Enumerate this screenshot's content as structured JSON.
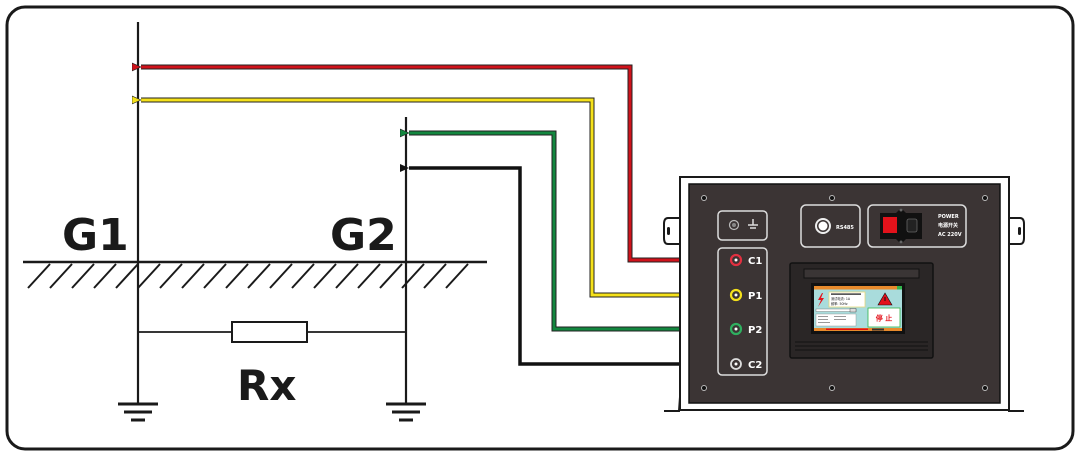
{
  "diagram": {
    "title": "Grounding resistance measurement wiring",
    "electrodes": [
      {
        "id": "G1",
        "label": "G1"
      },
      {
        "id": "G2",
        "label": "G2"
      }
    ],
    "resistor": {
      "label": "Rx"
    },
    "wires": [
      {
        "terminal": "C1",
        "color": "#d0121b",
        "to": "G1"
      },
      {
        "terminal": "P1",
        "color": "#f5e11a",
        "to": "G1"
      },
      {
        "terminal": "P2",
        "color": "#13873f",
        "to": "G2"
      },
      {
        "terminal": "C2",
        "color": "#111111",
        "to": "G2"
      }
    ],
    "instrument": {
      "terminals": [
        "C1",
        "P1",
        "P2",
        "C2"
      ],
      "comm_port": "RS485",
      "power_labels": [
        "POWER",
        "电源开关",
        "AC 220V"
      ],
      "screen": {
        "line1": "测试电流: 1A",
        "line2": "频率: 50Hz",
        "stop_button": "停 止"
      }
    }
  }
}
